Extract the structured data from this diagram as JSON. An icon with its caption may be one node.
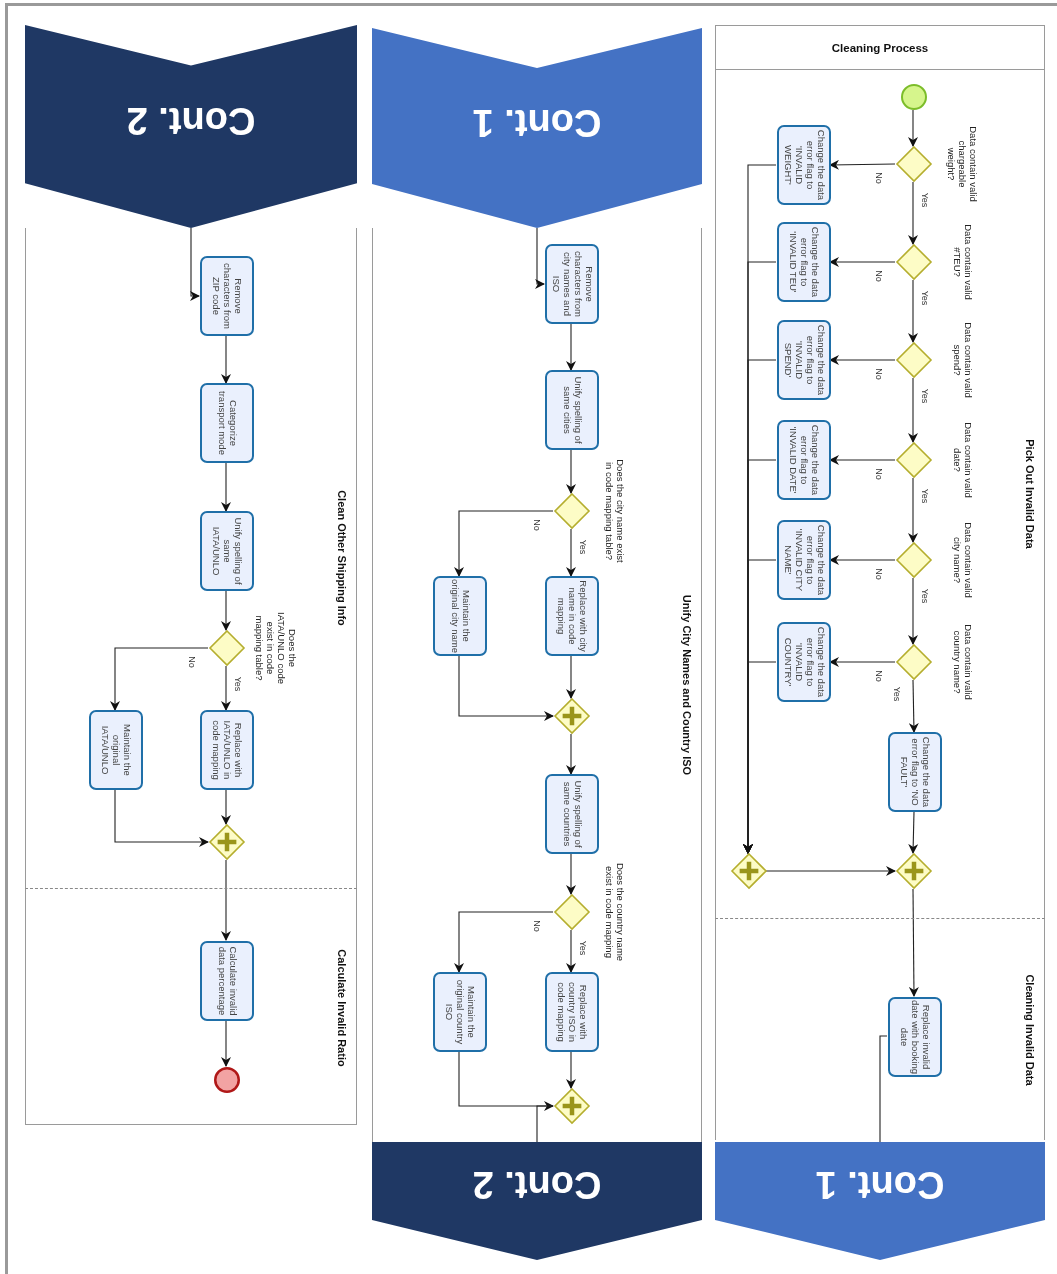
{
  "diagram": {
    "title": "Cleaning Process",
    "nodes": [
      {
        "text": [
          "Pick Out Invalid Data"
        ]
      },
      {
        "text": [],
        "shape": "circle",
        "in": 0
      },
      {
        "text": [],
        "shape": "diamond",
        "in": 0,
        "beside": [
          "Data contain valid chargeable weight?"
        ]
      },
      {
        "text": [
          "Change the data error flag to 'INVALID WEIGHT'"
        ],
        "in": 0
      },
      {
        "text": [],
        "shape": "diamond",
        "in": 0,
        "beside": [
          "Data contain valid #TEU?"
        ]
      },
      {
        "text": [
          "Change the data error flag to 'INVALID TEU'"
        ],
        "in": 0
      },
      {
        "text": [],
        "shape": "diamond",
        "in": 0,
        "beside": [
          "Data contain valid spend?"
        ]
      },
      {
        "text": [
          "Change the data error flag to 'INVALID SPEND'"
        ],
        "in": 0
      },
      {
        "text": [],
        "shape": "diamond",
        "in": 0,
        "beside": [
          "Data contain valid date?"
        ]
      },
      {
        "text": [
          "Change the data error flag to 'INVALID DATE'"
        ],
        "in": 0
      },
      {
        "text": [],
        "shape": "diamond",
        "in": 0,
        "beside": [
          "Data contain valid city name?"
        ]
      },
      {
        "text": [
          "Change the data error flag to 'INVALID CITY NAME'"
        ],
        "in": 0
      },
      {
        "text": [],
        "shape": "diamond",
        "in": 0,
        "beside": [
          "Data contain valid country name?"
        ]
      },
      {
        "text": [
          "Change the data error flag to 'INVALID COUNTRY'"
        ],
        "in": 0
      },
      {
        "text": [
          "Change the data error flag to 'NO FAULT'"
        ],
        "in": 0
      },
      {
        "text": [],
        "shape": "diamond",
        "in": 0
      },
      {
        "text": [],
        "shape": "diamond",
        "in": 0
      },
      {
        "text": [
          "Cleaning Invalid Data"
        ]
      },
      {
        "text": [
          "Replace invalid date with booking date"
        ],
        "in": 17
      },
      {
        "text": [
          "Cont. 1"
        ]
      },
      {
        "text": [
          "Cont. 1"
        ]
      },
      {
        "text": [
          "Unify City Names and Country ISO"
        ]
      },
      {
        "text": [
          "Remove characters from city names and ISO"
        ],
        "in": 21
      },
      {
        "text": [
          "Unify spelling of same cities"
        ],
        "in": 21
      },
      {
        "text": [],
        "shape": "diamond",
        "in": 21,
        "beside": [
          "Does the city name exist in code mapping table?"
        ]
      },
      {
        "text": [
          "Replace with city name in code mapping"
        ],
        "in": 21
      },
      {
        "text": [
          "Maintain the original city name"
        ],
        "in": 21
      },
      {
        "text": [],
        "shape": "diamond",
        "in": 21
      },
      {
        "text": [
          "Unify spelling of same countries"
        ],
        "in": 21
      },
      {
        "text": [],
        "shape": "diamond",
        "in": 21,
        "beside": [
          "Does the country name exist in code mapping"
        ]
      },
      {
        "text": [
          "Replace with country ISO in code mapping"
        ],
        "in": 21
      },
      {
        "text": [
          "Maintain the original country ISO"
        ],
        "in": 21
      },
      {
        "text": [],
        "shape": "diamond",
        "in": 21
      },
      {
        "text": [
          "Cont. 2"
        ]
      },
      {
        "text": [
          "Cont. 2"
        ]
      },
      {
        "text": [
          "Clean Other Shipping Info"
        ]
      },
      {
        "text": [
          "Remove characters from ZIP code"
        ],
        "in": 35
      },
      {
        "text": [
          "Categorize transport mode"
        ],
        "in": 35
      },
      {
        "text": [
          "Unify spelling of same IATA/UNLO"
        ],
        "in": 35
      },
      {
        "text": [],
        "shape": "diamond",
        "in": 35,
        "beside": [
          "Does the IATA/UNLO code exist in code mapping table?"
        ]
      },
      {
        "text": [
          "Replace with IATA/UNLO in code mapping"
        ],
        "in": 35
      },
      {
        "text": [
          "Maintain the original IATA/UNLO"
        ],
        "in": 35
      },
      {
        "text": [],
        "shape": "diamond",
        "in": 35
      },
      {
        "text": [
          "Calculate Invalid Ratio"
        ]
      },
      {
        "text": [
          "Calculate invalid data percentage"
        ],
        "in": 43
      },
      {
        "text": [],
        "shape": "circle",
        "in": 43
      }
    ],
    "edges": [
      {
        "from": 1,
        "to": 2,
        "arrow": "to"
      },
      {
        "from": 2,
        "to": 4,
        "arrow": "to",
        "label": "Yes"
      },
      {
        "from": 4,
        "to": 6,
        "arrow": "to",
        "label": "Yes"
      },
      {
        "from": 6,
        "to": 8,
        "arrow": "to",
        "label": "Yes"
      },
      {
        "from": 8,
        "to": 10,
        "arrow": "to",
        "label": "Yes"
      },
      {
        "from": 10,
        "to": 12,
        "arrow": "to",
        "label": "Yes"
      },
      {
        "from": 12,
        "to": 14,
        "arrow": "to",
        "label": "Yes"
      },
      {
        "from": 2,
        "to": 3,
        "arrow": "to",
        "label": "No"
      },
      {
        "from": 4,
        "to": 5,
        "arrow": "to",
        "label": "No"
      },
      {
        "from": 6,
        "to": 7,
        "arrow": "to",
        "label": "No"
      },
      {
        "from": 8,
        "to": 9,
        "arrow": "to",
        "label": "No"
      },
      {
        "from": 10,
        "to": 11,
        "arrow": "to",
        "label": "No"
      },
      {
        "from": 12,
        "to": 13,
        "arrow": "to",
        "label": "No"
      },
      {
        "from": 3,
        "to": 15,
        "arrow": "to"
      },
      {
        "from": 5,
        "to": 15,
        "arrow": "to"
      },
      {
        "from": 7,
        "to": 15,
        "arrow": "to"
      },
      {
        "from": 9,
        "to": 15,
        "arrow": "to"
      },
      {
        "from": 11,
        "to": 15,
        "arrow": "to"
      },
      {
        "from": 13,
        "to": 15,
        "arrow": "to"
      },
      {
        "from": 14,
        "to": 16,
        "arrow": "to"
      },
      {
        "from": 15,
        "to": 16,
        "arrow": "to"
      },
      {
        "from": 16,
        "to": 18,
        "arrow": "to"
      },
      {
        "from": 18,
        "to": 19,
        "arrow": "none"
      },
      {
        "from": 20,
        "to": 22,
        "arrow": "to"
      },
      {
        "from": 22,
        "to": 23,
        "arrow": "to"
      },
      {
        "from": 23,
        "to": 24,
        "arrow": "to"
      },
      {
        "from": 24,
        "to": 25,
        "arrow": "to",
        "label": "Yes"
      },
      {
        "from": 24,
        "to": 26,
        "arrow": "to",
        "label": "No"
      },
      {
        "from": 25,
        "to": 27,
        "arrow": "to"
      },
      {
        "from": 26,
        "to": 27,
        "arrow": "to"
      },
      {
        "from": 27,
        "to": 28,
        "arrow": "to"
      },
      {
        "from": 28,
        "to": 29,
        "arrow": "to"
      },
      {
        "from": 29,
        "to": 30,
        "arrow": "to",
        "label": "Yes"
      },
      {
        "from": 29,
        "to": 31,
        "arrow": "to",
        "label": "No"
      },
      {
        "from": 30,
        "to": 32,
        "arrow": "to"
      },
      {
        "from": 31,
        "to": 32,
        "arrow": "to"
      },
      {
        "from": 32,
        "to": 33,
        "arrow": "none"
      },
      {
        "from": 34,
        "to": 36,
        "arrow": "to"
      },
      {
        "from": 36,
        "to": 37,
        "arrow": "to"
      },
      {
        "from": 37,
        "to": 38,
        "arrow": "to"
      },
      {
        "from": 38,
        "to": 39,
        "arrow": "to"
      },
      {
        "from": 39,
        "to": 40,
        "arrow": "to",
        "label": "Yes"
      },
      {
        "from": 39,
        "to": 41,
        "arrow": "to",
        "label": "No"
      },
      {
        "from": 40,
        "to": 42,
        "arrow": "to"
      },
      {
        "from": 41,
        "to": 42,
        "arrow": "to"
      },
      {
        "from": 42,
        "to": 44,
        "arrow": "to"
      },
      {
        "from": 44,
        "to": 45,
        "arrow": "to"
      }
    ]
  }
}
